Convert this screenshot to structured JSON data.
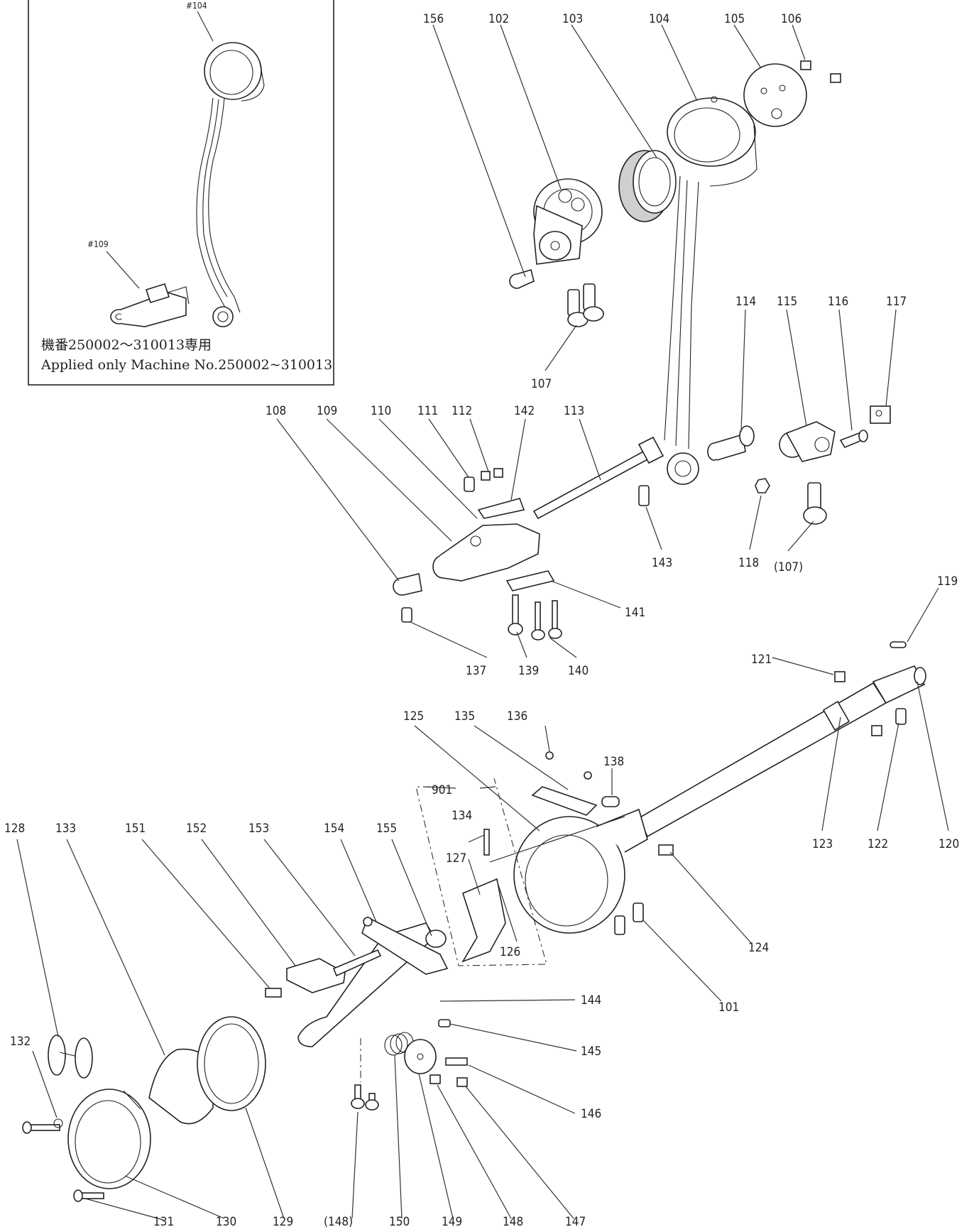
{
  "inset": {
    "ref_top": "#104",
    "ref_lower": "#109",
    "note_jp": "機番250002〜310013専用",
    "note_en": "Applied only Machine No.250002~310013"
  },
  "callouts": [
    {
      "id": "c156",
      "text": "156"
    },
    {
      "id": "c102",
      "text": "102"
    },
    {
      "id": "c103",
      "text": "103"
    },
    {
      "id": "c104",
      "text": "104"
    },
    {
      "id": "c105",
      "text": "105"
    },
    {
      "id": "c106",
      "text": "106"
    },
    {
      "id": "c107",
      "text": "107"
    },
    {
      "id": "c114",
      "text": "114"
    },
    {
      "id": "c115",
      "text": "115"
    },
    {
      "id": "c116",
      "text": "116"
    },
    {
      "id": "c117",
      "text": "117"
    },
    {
      "id": "c108",
      "text": "108"
    },
    {
      "id": "c109",
      "text": "109"
    },
    {
      "id": "c110",
      "text": "110"
    },
    {
      "id": "c111",
      "text": "111"
    },
    {
      "id": "c112",
      "text": "112"
    },
    {
      "id": "c142",
      "text": "142"
    },
    {
      "id": "c113",
      "text": "113"
    },
    {
      "id": "c143",
      "text": "143"
    },
    {
      "id": "c118",
      "text": "118"
    },
    {
      "id": "c107b",
      "text": "(107)"
    },
    {
      "id": "c141",
      "text": "141"
    },
    {
      "id": "c137",
      "text": "137"
    },
    {
      "id": "c139",
      "text": "139"
    },
    {
      "id": "c140",
      "text": "140"
    },
    {
      "id": "c119",
      "text": "119"
    },
    {
      "id": "c121",
      "text": "121"
    },
    {
      "id": "c125",
      "text": "125"
    },
    {
      "id": "c135",
      "text": "135"
    },
    {
      "id": "c136",
      "text": "136"
    },
    {
      "id": "c138",
      "text": "138"
    },
    {
      "id": "c901",
      "text": "901"
    },
    {
      "id": "c134",
      "text": "134"
    },
    {
      "id": "c127",
      "text": "127"
    },
    {
      "id": "c126",
      "text": "126"
    },
    {
      "id": "c123",
      "text": "123"
    },
    {
      "id": "c122",
      "text": "122"
    },
    {
      "id": "c120",
      "text": "120"
    },
    {
      "id": "c124",
      "text": "124"
    },
    {
      "id": "c101",
      "text": "101"
    },
    {
      "id": "c128",
      "text": "128"
    },
    {
      "id": "c133",
      "text": "133"
    },
    {
      "id": "c151",
      "text": "151"
    },
    {
      "id": "c152",
      "text": "152"
    },
    {
      "id": "c153",
      "text": "153"
    },
    {
      "id": "c154",
      "text": "154"
    },
    {
      "id": "c155",
      "text": "155"
    },
    {
      "id": "c144",
      "text": "144"
    },
    {
      "id": "c145",
      "text": "145"
    },
    {
      "id": "c132",
      "text": "132"
    },
    {
      "id": "c146",
      "text": "146"
    },
    {
      "id": "c131",
      "text": "131"
    },
    {
      "id": "c130",
      "text": "130"
    },
    {
      "id": "c129",
      "text": "129"
    },
    {
      "id": "c148b",
      "text": "(148)"
    },
    {
      "id": "c150",
      "text": "150"
    },
    {
      "id": "c149",
      "text": "149"
    },
    {
      "id": "c148",
      "text": "148"
    },
    {
      "id": "c147",
      "text": "147"
    }
  ]
}
